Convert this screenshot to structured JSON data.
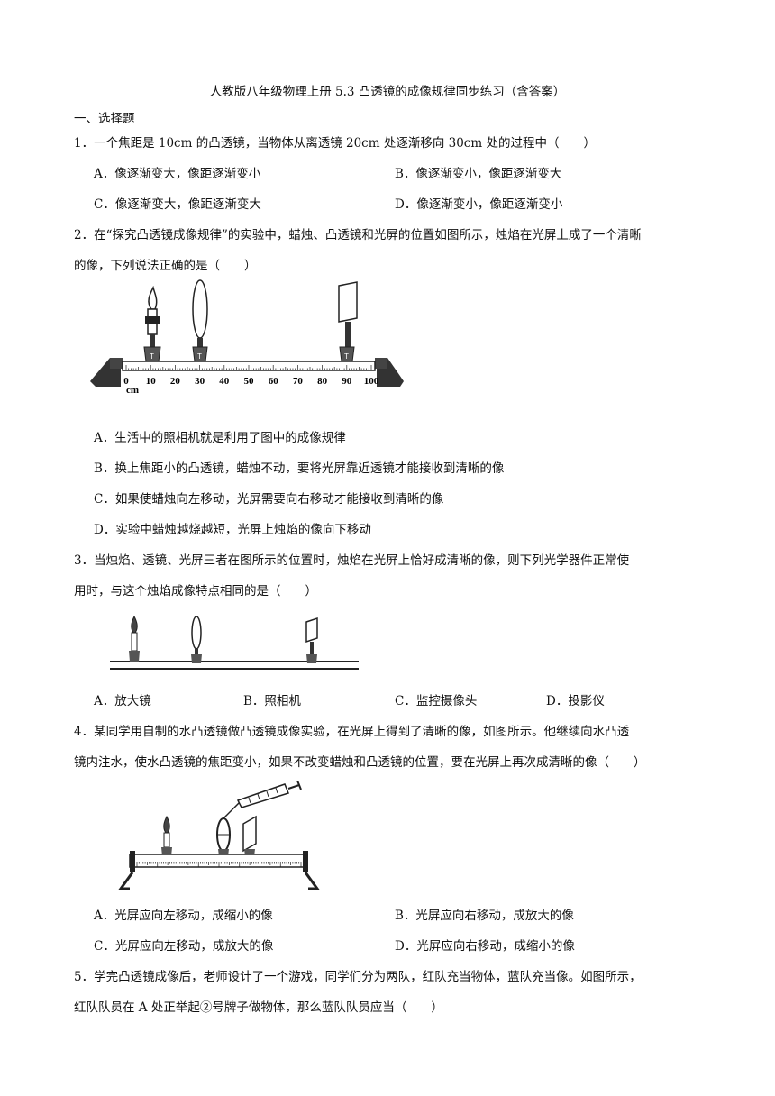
{
  "title": "人教版八年级物理上册 5.3 凸透镜的成像规律同步练习（含答案）",
  "section": "一、选择题",
  "q1": {
    "stem": "1．一个焦距是 10cm 的凸透镜，当物体从离透镜 20cm 处逐渐移向 30cm 处的过程中（　　）",
    "A": "A．像逐渐变大，像距逐渐变小",
    "B": "B．像逐渐变小，像距逐渐变大",
    "C": "C．像逐渐变大，像距逐渐变大",
    "D": "D．像逐渐变小，像距逐渐变小"
  },
  "q2": {
    "stem1": "2．在“探究凸透镜成像规律”的实验中，蜡烛、凸透镜和光屏的位置如图所示，烛焰在光屏上成了一个清晰",
    "stem2": "的像，下列说法正确的是（　　）",
    "ruler_labels": [
      "0",
      "10",
      "20",
      "30",
      "40",
      "50",
      "60",
      "70",
      "80",
      "90",
      "100"
    ],
    "ruler_unit": "cm",
    "A": "A．生活中的照相机就是利用了图中的成像规律",
    "B": "B．换上焦距小的凸透镜，蜡烛不动，要将光屏靠近透镜才能接收到清晰的像",
    "C": "C．如果使蜡烛向左移动，光屏需要向右移动才能接收到清晰的像",
    "D": "D．实验中蜡烛越烧越短，光屏上烛焰的像向下移动"
  },
  "q3": {
    "stem1": "3．当烛焰、透镜、光屏三者在图所示的位置时，烛焰在光屏上恰好成清晰的像，则下列光学器件正常使",
    "stem2": "用时，与这个烛焰成像特点相同的是（　　）",
    "A": "A．放大镜",
    "B": "B．照相机",
    "C": "C．监控摄像头",
    "D": "D．投影仪"
  },
  "q4": {
    "stem1": "4．某同学用自制的水凸透镜做凸透镜成像实验，在光屏上得到了清晰的像，如图所示。他继续向水凸透",
    "stem2": "镜内注水，使水凸透镜的焦距变小，如果不改变蜡烛和凸透镜的位置，要在光屏上再次成清晰的像（　　）",
    "A": "A．光屏应向左移动，成缩小的像",
    "B": "B．光屏应向右移动，成放大的像",
    "C": "C．光屏应向左移动，成放大的像",
    "D": "D．光屏应向右移动，成缩小的像"
  },
  "q5": {
    "stem1": "5．学完凸透镜成像后，老师设计了一个游戏，同学们分为两队，红队充当物体，蓝队充当像。如图所示，",
    "stem2": "红队队员在 A 处正举起②号牌子做物体，那么蓝队队员应当（　　）"
  }
}
